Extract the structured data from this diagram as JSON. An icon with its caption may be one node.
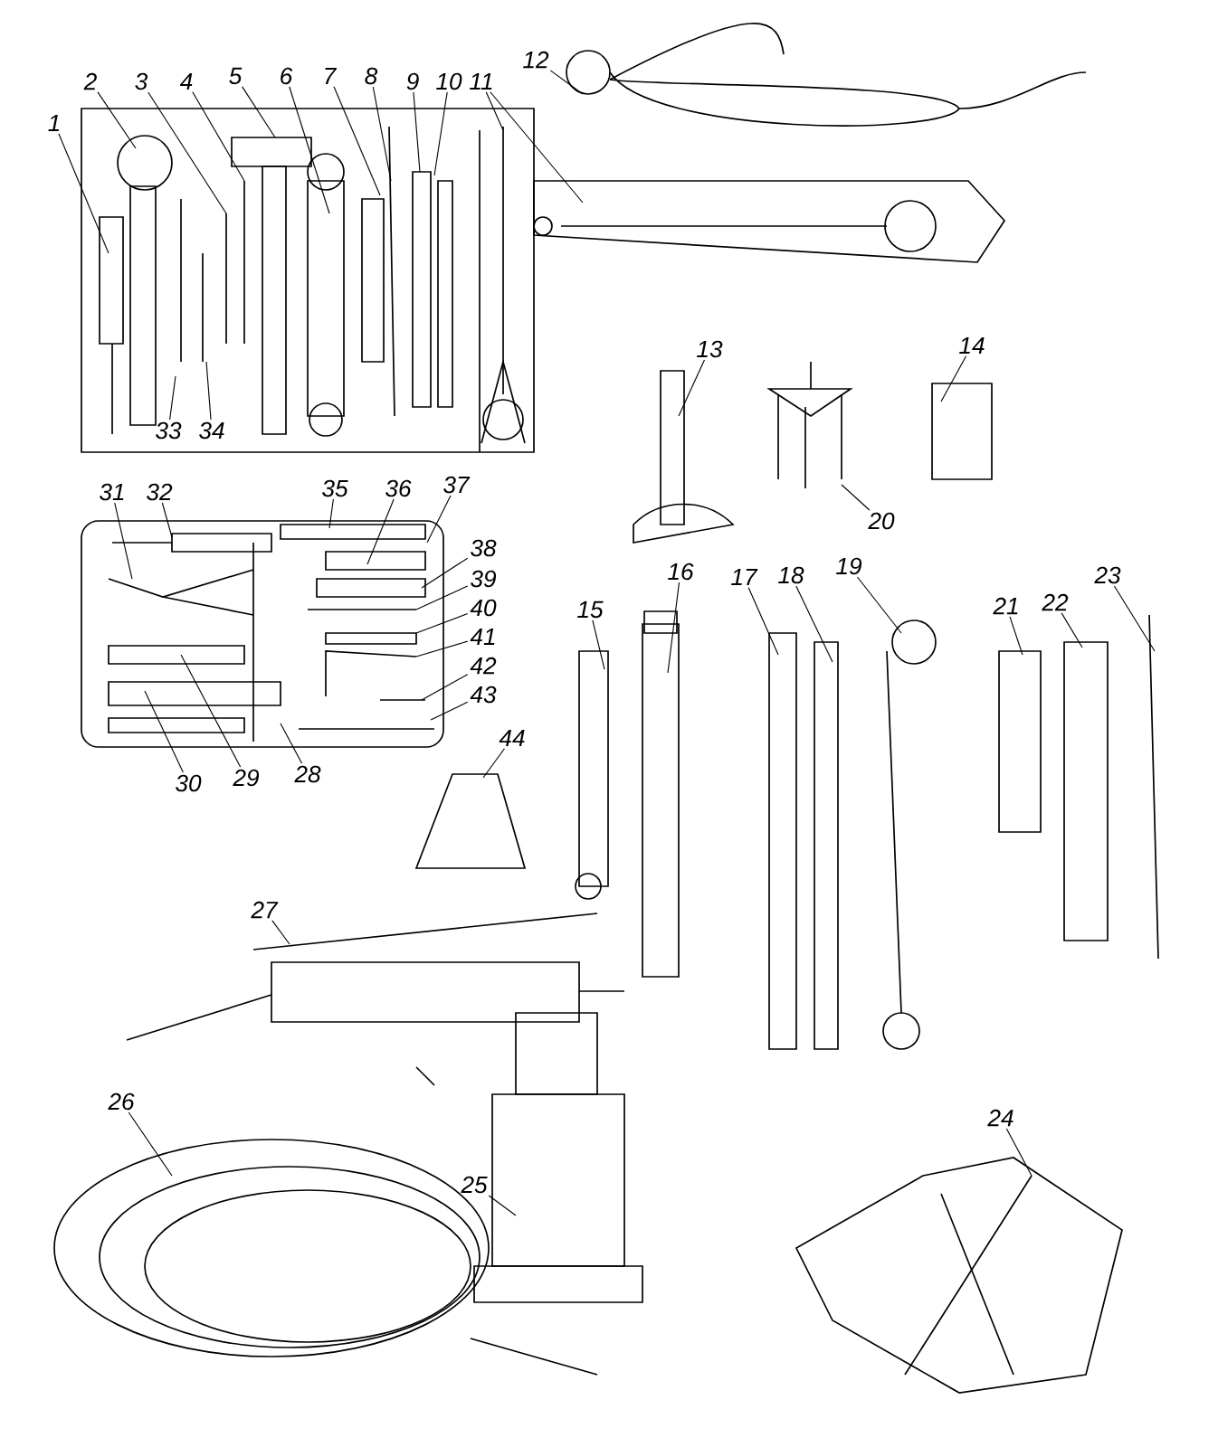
{
  "diagram": {
    "nodes": [
      {
        "text": [
          "1"
        ]
      },
      {
        "text": [
          "2"
        ]
      },
      {
        "text": [
          "3"
        ]
      },
      {
        "text": [
          "4"
        ]
      },
      {
        "text": [
          "5"
        ]
      },
      {
        "text": [
          "6"
        ]
      },
      {
        "text": [
          "7"
        ]
      },
      {
        "text": [
          "8"
        ]
      },
      {
        "text": [
          "9"
        ]
      },
      {
        "text": [
          "10"
        ]
      },
      {
        "text": [
          "11"
        ]
      },
      {
        "text": [
          "12"
        ]
      },
      {
        "text": [
          "13"
        ]
      },
      {
        "text": [
          "14"
        ]
      },
      {
        "text": [
          "15"
        ]
      },
      {
        "text": [
          "16"
        ]
      },
      {
        "text": [
          "17"
        ]
      },
      {
        "text": [
          "18"
        ]
      },
      {
        "text": [
          "19"
        ]
      },
      {
        "text": [
          "20"
        ]
      },
      {
        "text": [
          "21"
        ]
      },
      {
        "text": [
          "22"
        ]
      },
      {
        "text": [
          "23"
        ]
      },
      {
        "text": [
          "24"
        ]
      },
      {
        "text": [
          "25"
        ]
      },
      {
        "text": [
          "26"
        ]
      },
      {
        "text": [
          "27"
        ]
      },
      {
        "text": [
          "28"
        ]
      },
      {
        "text": [
          "29"
        ]
      },
      {
        "text": [
          "30"
        ]
      },
      {
        "text": [
          "31"
        ]
      },
      {
        "text": [
          "32"
        ]
      },
      {
        "text": [
          "33"
        ]
      },
      {
        "text": [
          "34"
        ]
      },
      {
        "text": [
          "35"
        ]
      },
      {
        "text": [
          "36"
        ]
      },
      {
        "text": [
          "37"
        ]
      },
      {
        "text": [
          "38"
        ]
      },
      {
        "text": [
          "39"
        ]
      },
      {
        "text": [
          "40"
        ]
      },
      {
        "text": [
          "41"
        ]
      },
      {
        "text": [
          "42"
        ]
      },
      {
        "text": [
          "43"
        ]
      },
      {
        "text": [
          "44"
        ]
      }
    ],
    "edges": [
      {
        "from": 0,
        "to": null,
        "arrow": "none"
      },
      {
        "from": 1,
        "to": null,
        "arrow": "none"
      },
      {
        "from": 2,
        "to": null,
        "arrow": "none"
      },
      {
        "from": 3,
        "to": null,
        "arrow": "none"
      },
      {
        "from": 4,
        "to": null,
        "arrow": "none"
      },
      {
        "from": 5,
        "to": null,
        "arrow": "none"
      },
      {
        "from": 6,
        "to": null,
        "arrow": "none"
      },
      {
        "from": 7,
        "to": null,
        "arrow": "none"
      },
      {
        "from": 8,
        "to": null,
        "arrow": "none"
      },
      {
        "from": 9,
        "to": null,
        "arrow": "none"
      },
      {
        "from": 10,
        "to": null,
        "arrow": "none"
      },
      {
        "from": 10,
        "to": null,
        "arrow": "none"
      },
      {
        "from": 11,
        "to": null,
        "arrow": "none"
      },
      {
        "from": 12,
        "to": null,
        "arrow": "none"
      },
      {
        "from": 13,
        "to": null,
        "arrow": "none"
      },
      {
        "from": 14,
        "to": null,
        "arrow": "none"
      },
      {
        "from": 15,
        "to": null,
        "arrow": "none"
      },
      {
        "from": 16,
        "to": null,
        "arrow": "none"
      },
      {
        "from": 17,
        "to": null,
        "arrow": "none"
      },
      {
        "from": 18,
        "to": null,
        "arrow": "none"
      },
      {
        "from": 19,
        "to": null,
        "arrow": "none"
      },
      {
        "from": 20,
        "to": null,
        "arrow": "none"
      },
      {
        "from": 21,
        "to": null,
        "arrow": "none"
      },
      {
        "from": 22,
        "to": null,
        "arrow": "none"
      },
      {
        "from": 23,
        "to": null,
        "arrow": "none"
      },
      {
        "from": 24,
        "to": null,
        "arrow": "none"
      },
      {
        "from": 25,
        "to": null,
        "arrow": "none"
      },
      {
        "from": 26,
        "to": null,
        "arrow": "none"
      },
      {
        "from": 27,
        "to": null,
        "arrow": "none"
      },
      {
        "from": 28,
        "to": null,
        "arrow": "none"
      },
      {
        "from": 29,
        "to": null,
        "arrow": "none"
      },
      {
        "from": 30,
        "to": null,
        "arrow": "none"
      },
      {
        "from": 31,
        "to": null,
        "arrow": "none"
      },
      {
        "from": 32,
        "to": null,
        "arrow": "none"
      },
      {
        "from": 33,
        "to": null,
        "arrow": "none"
      },
      {
        "from": 34,
        "to": null,
        "arrow": "none"
      },
      {
        "from": 35,
        "to": null,
        "arrow": "none"
      },
      {
        "from": 36,
        "to": null,
        "arrow": "none"
      },
      {
        "from": 37,
        "to": null,
        "arrow": "none"
      },
      {
        "from": 38,
        "to": null,
        "arrow": "none"
      },
      {
        "from": 39,
        "to": null,
        "arrow": "none"
      },
      {
        "from": 40,
        "to": null,
        "arrow": "none"
      },
      {
        "from": 41,
        "to": null,
        "arrow": "none"
      },
      {
        "from": 42,
        "to": null,
        "arrow": "none"
      },
      {
        "from": 43,
        "to": null,
        "arrow": "none"
      }
    ]
  }
}
